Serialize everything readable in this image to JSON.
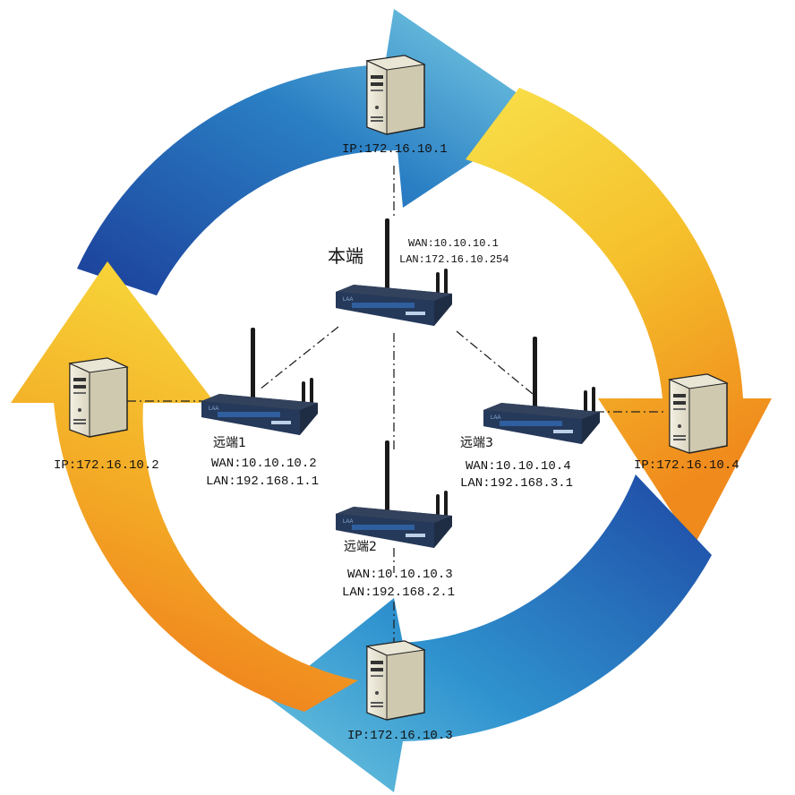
{
  "servers": [
    {
      "id": "top",
      "ip": "IP:172.16.10.1"
    },
    {
      "id": "left",
      "ip": "IP:172.16.10.2"
    },
    {
      "id": "right",
      "ip": "IP:172.16.10.4"
    },
    {
      "id": "bottom",
      "ip": "IP:172.16.10.3"
    }
  ],
  "routers": {
    "local": {
      "title": "本端",
      "wan": "WAN:10.10.10.1",
      "lan": "LAN:172.16.10.254"
    },
    "remote1": {
      "title": "远端1",
      "wan": "WAN:10.10.10.2",
      "lan": "LAN:192.168.1.1"
    },
    "remote2": {
      "title": "远端2",
      "wan": "WAN:10.10.10.3",
      "lan": "LAN:192.168.2.1"
    },
    "remote3": {
      "title": "远端3",
      "wan": "WAN:10.10.10.4",
      "lan": "LAN:192.168.3.1"
    }
  },
  "colors": {
    "blue_dark": "#1f4fa8",
    "blue_light": "#5cc4dd",
    "yellow": "#f6d033",
    "orange": "#ef7d1e",
    "router_body": "#1f2d44",
    "router_panel": "#2f5f9e"
  },
  "icons": {
    "server": "tower-server-icon",
    "router": "wifi-router-icon"
  }
}
